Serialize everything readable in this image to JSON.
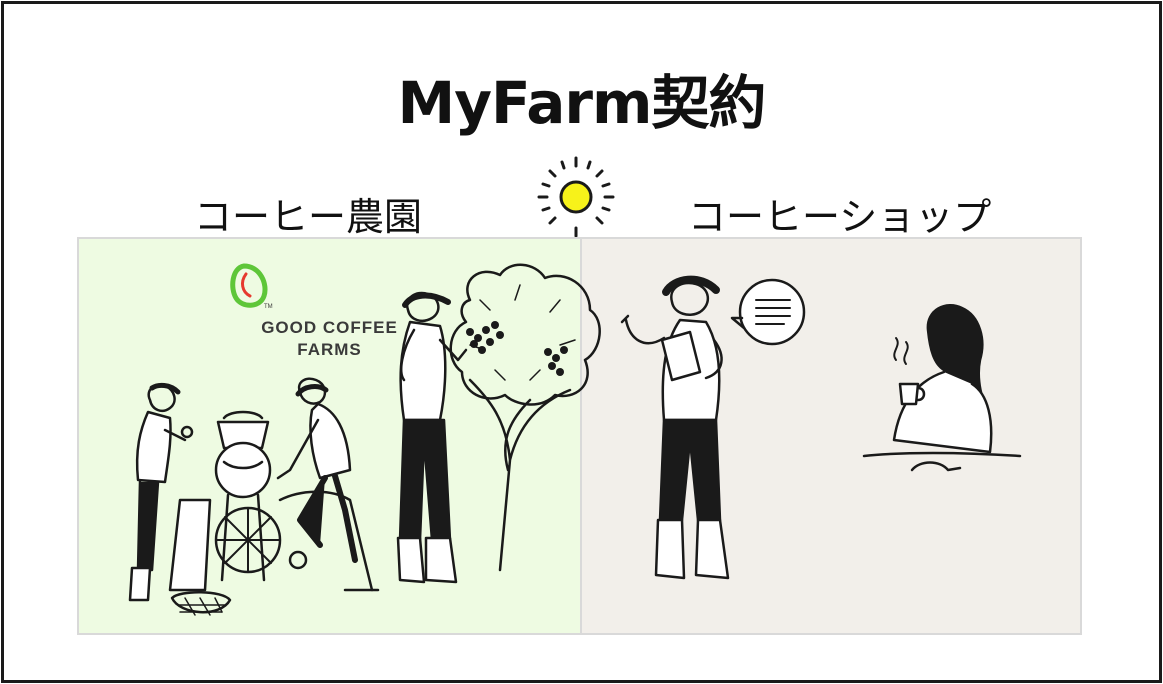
{
  "title": "MyFarm契約",
  "left_label": "コーヒー農園",
  "right_label": "コーヒーショップ",
  "logo": {
    "line1": "GOOD COFFEE",
    "line2": "FARMS",
    "tm": "TM"
  },
  "colors": {
    "farm_panel": "#eefbe2",
    "shop_panel": "#f2efea",
    "sun": "#f7f21a",
    "logo_green": "#5ec639",
    "logo_red": "#e63a2e",
    "ink": "#1a1a1a"
  },
  "icons": {
    "sun": "sun-icon",
    "logo": "good-coffee-farms-logo-icon",
    "speech": "speech-bubble-icon",
    "steam": "steam-icon"
  }
}
